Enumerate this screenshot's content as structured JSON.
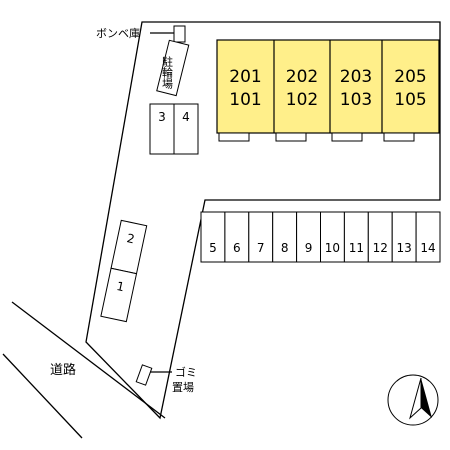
{
  "labels": {
    "gas_storage": "ボンベ庫",
    "bicycle_parking": "駐輪場",
    "garbage_area_line1": "ゴミ",
    "garbage_area_line2": "置場",
    "road": "道路"
  },
  "units": [
    {
      "upper": "201",
      "lower": "101"
    },
    {
      "upper": "202",
      "lower": "102"
    },
    {
      "upper": "203",
      "lower": "103"
    },
    {
      "upper": "205",
      "lower": "105"
    }
  ],
  "parking_top": [
    "3",
    "4"
  ],
  "parking_row": [
    "5",
    "6",
    "7",
    "8",
    "9",
    "10",
    "11",
    "12",
    "13",
    "14"
  ],
  "parking_left": [
    "2",
    "1"
  ],
  "compass": {
    "icon": "north-arrow-icon"
  }
}
